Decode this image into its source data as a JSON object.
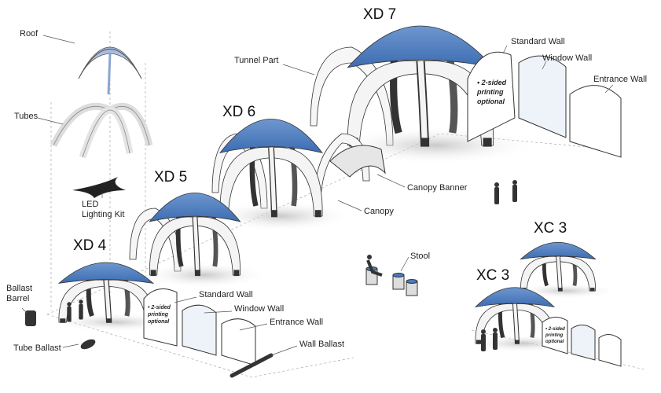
{
  "exploded_parts": {
    "roof": "Roof",
    "tubes": "Tubes",
    "led_line1": "LED",
    "led_line2": "Lighting Kit"
  },
  "models": {
    "xd7": "XD 7",
    "xd6": "XD 6",
    "xd5": "XD 5",
    "xd4": "XD 4",
    "xc3_top": "XC 3",
    "xc3_bottom": "XC 3"
  },
  "accessories": {
    "tunnel_part": "Tunnel Part",
    "standard_wall_xd7": "Standard Wall",
    "window_wall_xd7": "Window Wall",
    "entrance_wall_xd7": "Entrance Wall",
    "canopy_banner": "Canopy Banner",
    "canopy": "Canopy",
    "stool": "Stool",
    "ballast_barrel_line1": "Ballast",
    "ballast_barrel_line2": "Barrel",
    "tube_ballast": "Tube Ballast",
    "standard_wall_xd4": "Standard Wall",
    "window_wall_xd4": "Window Wall",
    "entrance_wall_xd4": "Entrance Wall",
    "wall_ballast": "Wall Ballast"
  },
  "printing_note": {
    "line1": "• 2-sided",
    "line2": "printing",
    "line3": "optional"
  },
  "colors": {
    "dome_blue": "#4a7bbf",
    "outline": "#333333"
  }
}
